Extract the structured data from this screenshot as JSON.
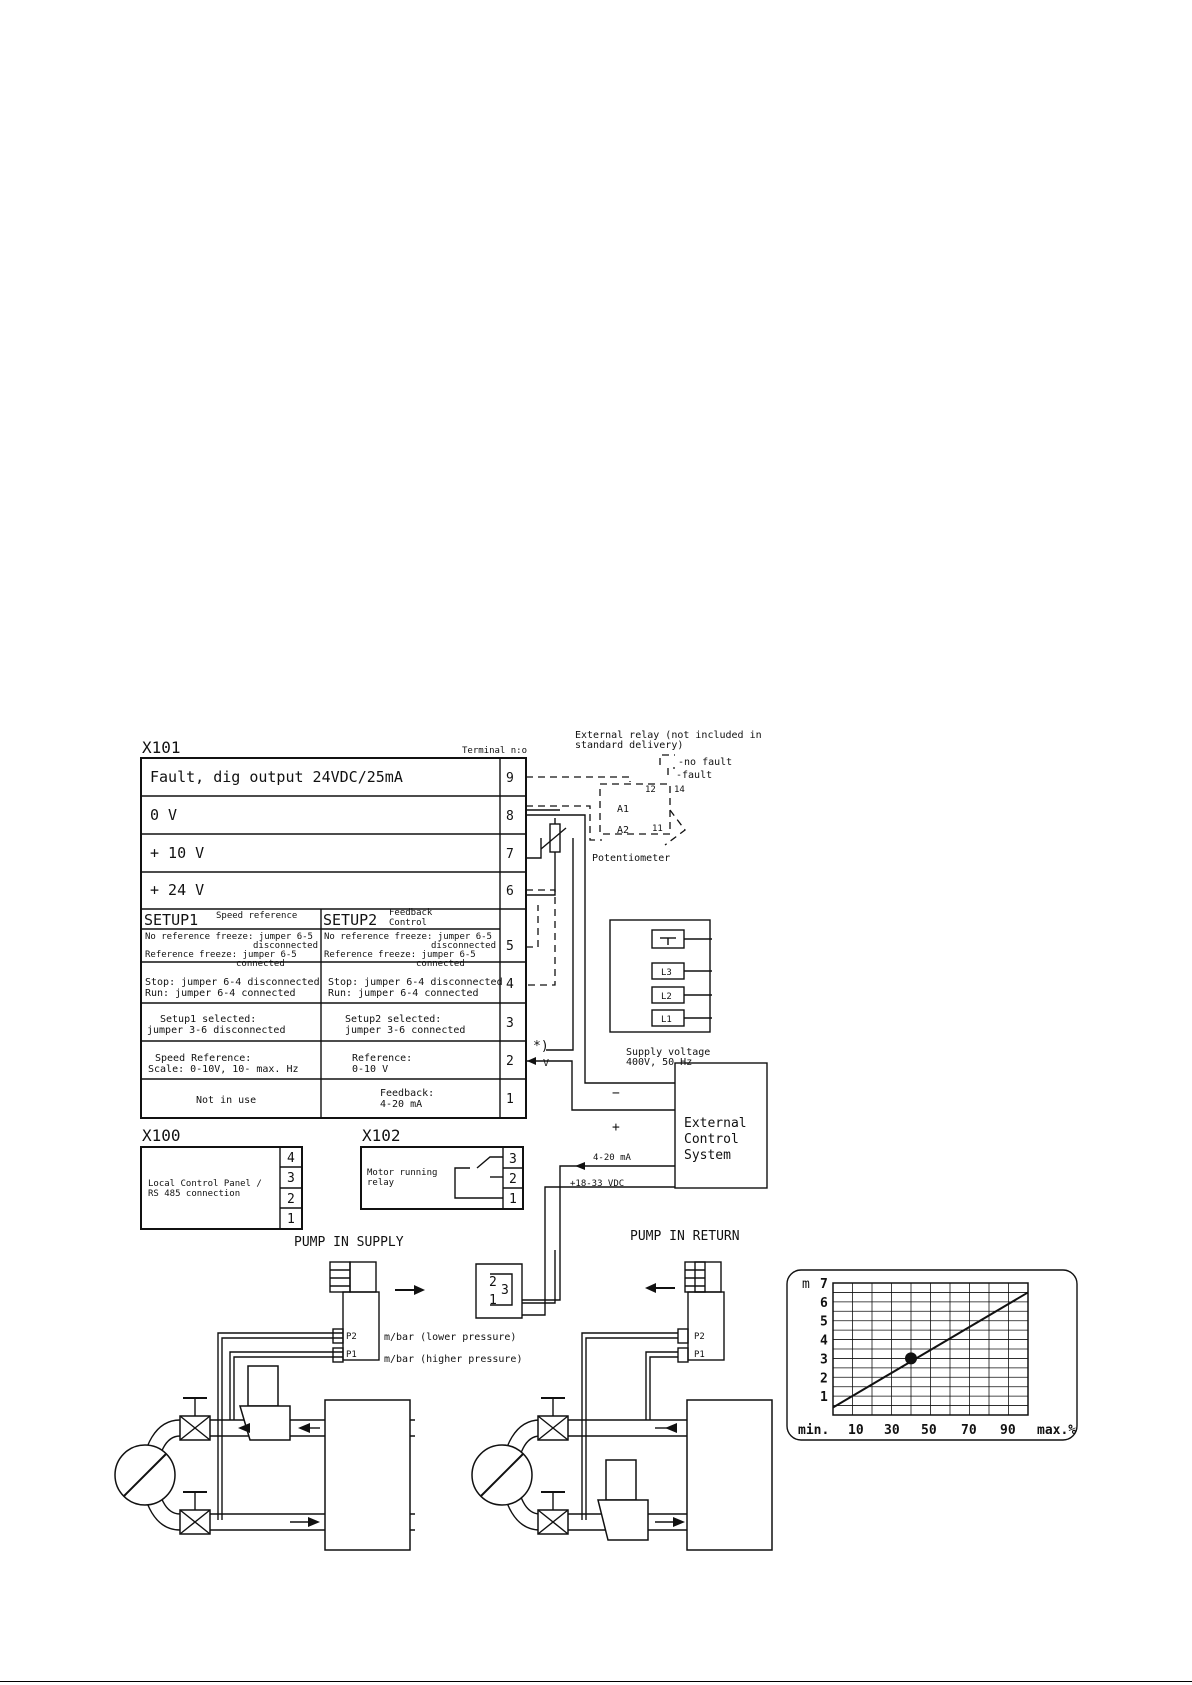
{
  "x101": {
    "title": "X101",
    "terminal_header": "Terminal n:o",
    "rows": [
      {
        "label": "Fault, dig output  24VDC/25mA",
        "terminal": "9"
      },
      {
        "label": "0 V",
        "terminal": "8"
      },
      {
        "label": "+ 10 V",
        "terminal": "7"
      },
      {
        "label": "+ 24 V",
        "terminal": "6"
      }
    ],
    "setup1": {
      "title": "SETUP1",
      "subtitle": "Speed reference"
    },
    "setup2": {
      "title": "SETUP2",
      "subtitle_1": "Feedback",
      "subtitle_2": "Control"
    },
    "split_rows": [
      {
        "terminal": "5",
        "left": [
          "No reference freeze: jumper 6-5",
          "disconnected",
          "Reference freeze: jumper 6-5",
          "connected"
        ],
        "right": [
          "No reference freeze: jumper 6-5",
          "disconnected",
          "Reference freeze: jumper 6-5",
          "connected"
        ]
      },
      {
        "terminal": "4",
        "left": [
          "Stop: jumper 6-4 disconnected",
          "Run: jumper 6-4 connected"
        ],
        "right": [
          "Stop: jumper 6-4 disconnected",
          "Run: jumper 6-4 connected"
        ]
      },
      {
        "terminal": "3",
        "left": [
          "Setup1 selected:",
          "jumper 3-6 disconnected"
        ],
        "right": [
          "Setup2 selected:",
          "jumper 3-6 connected"
        ]
      },
      {
        "terminal": "2",
        "left": [
          "Speed Reference:",
          "Scale: 0-10V, 10- max. Hz"
        ],
        "right": [
          "Reference:",
          "0-10 V"
        ]
      },
      {
        "terminal": "1",
        "left": [
          "Not in use"
        ],
        "right": [
          "Feedback:",
          "4-20 mA"
        ]
      }
    ]
  },
  "relay": {
    "note_1": "External relay (not included in",
    "note_2": "standard delivery)",
    "no_fault": "-no fault",
    "fault": "-fault",
    "a1": "A1",
    "a2": "A2",
    "c12": "12",
    "c14": "14",
    "c11": "11"
  },
  "potentiometer_label": "Potentiometer",
  "supply": {
    "terminals": [
      "L3",
      "L2",
      "L1"
    ],
    "label_1": "Supply voltage",
    "label_2": "400V, 50 Hz"
  },
  "asterisk": "*)",
  "v_label": "V",
  "minus": "−",
  "plus": "+",
  "external_control": [
    "External",
    "Control",
    "System"
  ],
  "signal_4_20": "4-20 mA",
  "signal_vdc": "+18-33 VDC",
  "x100": {
    "title": "X100",
    "text_1": "Local Control Panel /",
    "text_2": "RS 485 connection",
    "terminals": [
      "4",
      "3",
      "2",
      "1"
    ]
  },
  "x102": {
    "title": "X102",
    "text_1": "Motor running",
    "text_2": "relay",
    "terminals": [
      "3",
      "2",
      "1"
    ]
  },
  "pump_in_supply": "PUMP IN SUPPLY",
  "pump_in_return": "PUMP IN RETURN",
  "connector_pins": [
    "2",
    "3",
    "1"
  ],
  "sensor": {
    "p2": "P2",
    "p1": "P1",
    "lower": "m/bar (lower pressure)",
    "higher": "m/bar (higher pressure)"
  },
  "chart_data": {
    "type": "line",
    "ylabel": "m",
    "y_ticks": [
      "1",
      "2",
      "3",
      "4",
      "5",
      "6",
      "7"
    ],
    "x_ticks": [
      "min.",
      "10",
      "30",
      "50",
      "70",
      "90",
      "max.%"
    ],
    "ylim": [
      0,
      7
    ],
    "xlim": [
      0,
      100
    ],
    "grid": true,
    "series": [
      {
        "x": [
          0,
          100
        ],
        "y": [
          0.4,
          6.5
        ]
      }
    ],
    "marker": {
      "x": 40,
      "y": 3
    }
  }
}
